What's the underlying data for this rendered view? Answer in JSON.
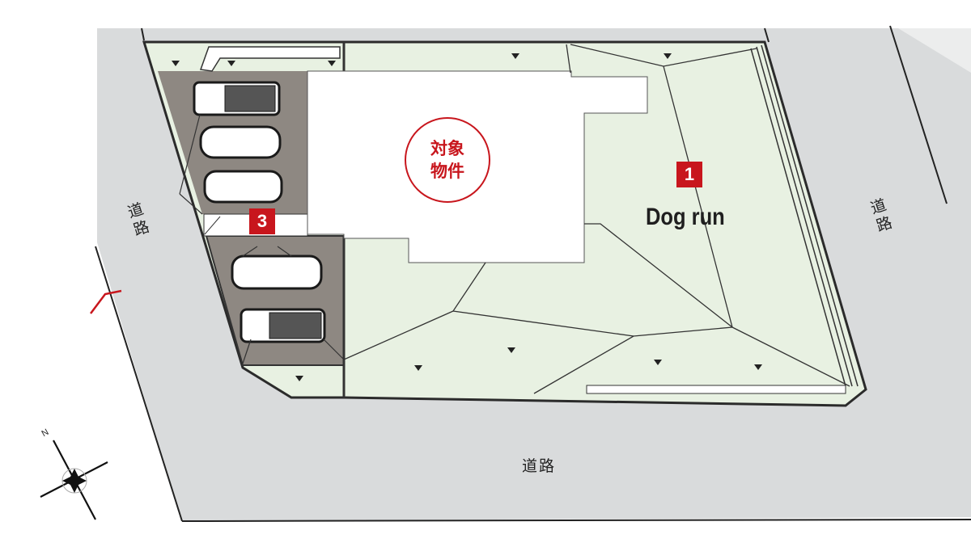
{
  "road_labels": {
    "left": "道路",
    "right": "道路",
    "bottom": "道路"
  },
  "target_property": {
    "line1": "対象",
    "line2": "物件"
  },
  "markers": [
    {
      "number": "1",
      "label": "Dog run"
    },
    {
      "number": "3",
      "label": ""
    }
  ],
  "compass": {
    "north": "N"
  },
  "colors": {
    "road": "#d9dbdc",
    "lawn": "#e8f1e2",
    "parking": "#8e8882",
    "accent": "#c8161d"
  }
}
